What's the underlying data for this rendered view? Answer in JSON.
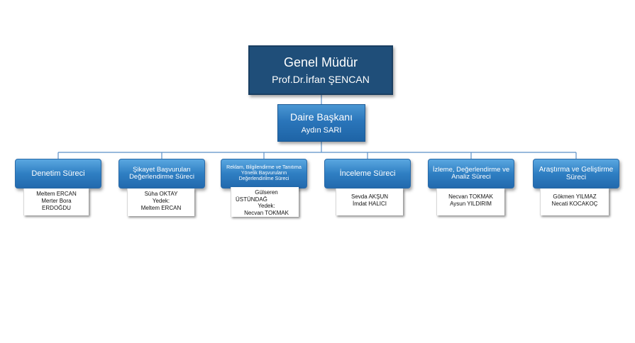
{
  "general_manager": {
    "title": "Genel Müdür",
    "name": "Prof.Dr.İrfan ŞENCAN"
  },
  "department_head": {
    "title": "Daire Başkanı",
    "name": "Aydın SARI"
  },
  "processes": [
    {
      "title": "Denetim Süreci",
      "staff": [
        "Meltem ERCAN",
        "Merter Bora",
        "ERDOĞDU"
      ]
    },
    {
      "title": "Şikayet Başvuruları Değerlendirme Süreci",
      "staff": [
        "Süha OKTAY",
        "Yedek:",
        "Meltem ERCAN"
      ]
    },
    {
      "title": "Reklam, Bilgilendirme ve Tanıtıma Yönelik Başvuruların Değerlendirilme Süreci",
      "staff": [
        "Gülseren",
        "ÜSTÜNDAĞ",
        "Yedek:",
        "Necvan TOKMAK"
      ]
    },
    {
      "title": "İnceleme Süreci",
      "staff": [
        "Sevda AKŞUN",
        "İmdat HALICI"
      ]
    },
    {
      "title": "İzleme, Değerlendirme ve Analiz Süreci",
      "staff": [
        "Necvan TOKMAK",
        "Aysun YILDIRIM"
      ]
    },
    {
      "title": "Araştırma ve Geliştirme Süreci",
      "staff": [
        "Gökmen YILMAZ",
        "Necati KOCAKOÇ"
      ]
    }
  ]
}
